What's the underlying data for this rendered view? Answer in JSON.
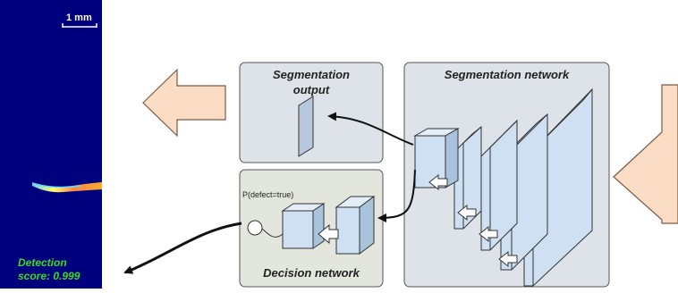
{
  "heatmap": {
    "scale_label": "1 mm",
    "detection_line1": "Detection",
    "detection_line2": "score: 0.999",
    "background_color": "#00007f"
  },
  "panels": {
    "segmentation_output": {
      "line1": "Segmentation",
      "line2": "output"
    },
    "segmentation_network": {
      "title": "Segmentation network"
    },
    "decision_network": {
      "title": "Decision network",
      "prob_label": "P(defect=true)"
    }
  },
  "colors": {
    "panel_fill": "#dde3e8",
    "panel_stroke": "#555555",
    "cube_front": "#cfe0f2",
    "cube_side": "#a9c3dd",
    "big_arrow_fill": "#fbdcc4",
    "big_arrow_stroke": "#7a5a44"
  }
}
